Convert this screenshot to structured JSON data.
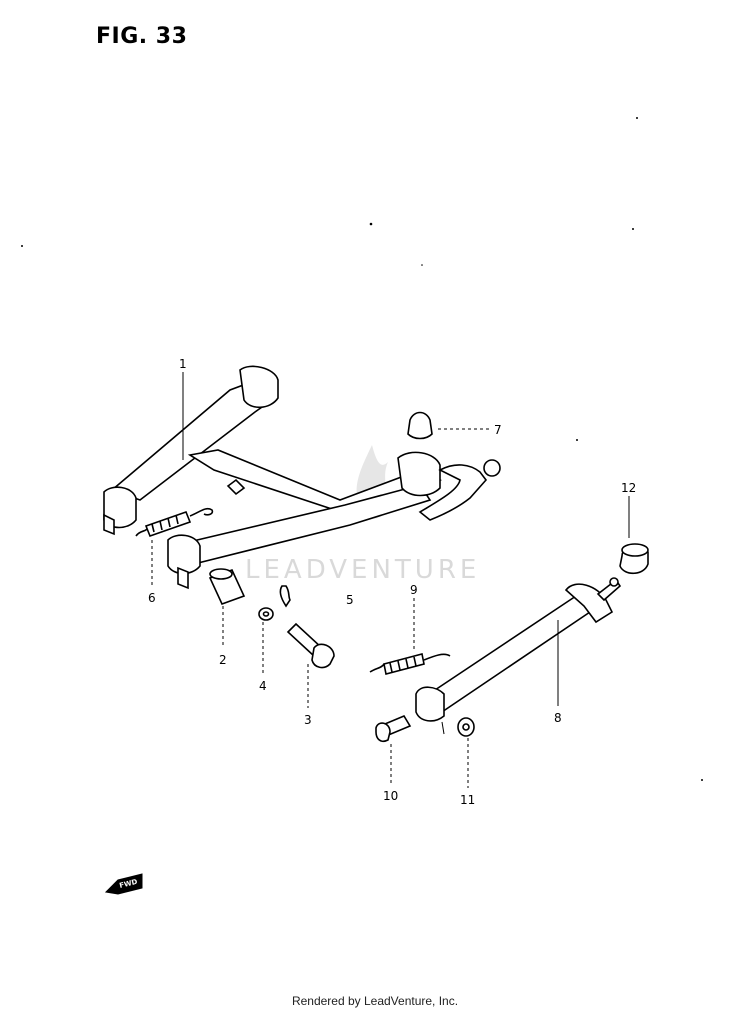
{
  "figure": {
    "title": "FIG. 33"
  },
  "watermark": {
    "text": "LEADVENTURE"
  },
  "footer": {
    "text": "Rendered by LeadVenture, Inc."
  },
  "callouts": [
    {
      "number": "1"
    },
    {
      "number": "2"
    },
    {
      "number": "3"
    },
    {
      "number": "4"
    },
    {
      "number": "5"
    },
    {
      "number": "6"
    },
    {
      "number": "7"
    },
    {
      "number": "8"
    },
    {
      "number": "9"
    },
    {
      "number": "10"
    },
    {
      "number": "11"
    },
    {
      "number": "12"
    }
  ],
  "front_marker": {
    "text": "FWD"
  }
}
